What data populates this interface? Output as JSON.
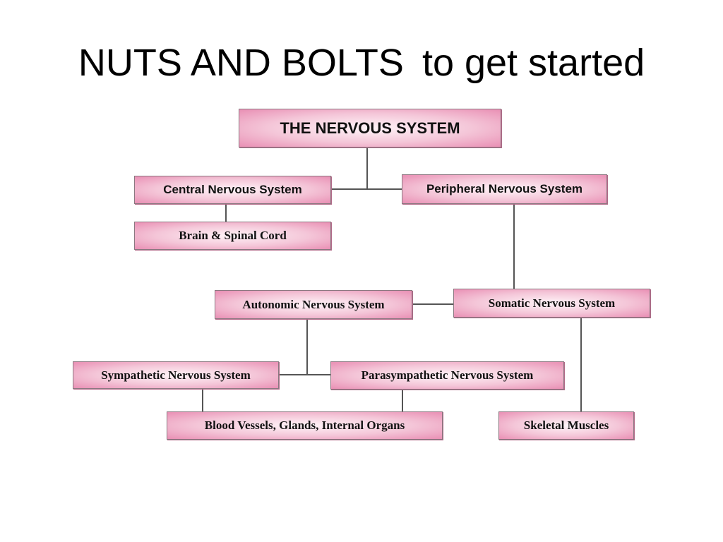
{
  "slide": {
    "title_main": "NUTS AND BOLTS",
    "title_sub": "to get started"
  },
  "diagram": {
    "colors": {
      "box_fill_center": "#fff4f8",
      "box_fill_edge": "#e98fb4",
      "connector": "#555555"
    },
    "nodes": {
      "nervous_system": "THE NERVOUS SYSTEM",
      "central": "Central Nervous System",
      "peripheral": "Peripheral Nervous System",
      "brain_spinal": "Brain & Spinal Cord",
      "autonomic": "Autonomic Nervous System",
      "somatic": "Somatic Nervous System",
      "sympathetic": "Sympathetic Nervous System",
      "parasympathetic": "Parasympathetic Nervous System",
      "organs": "Blood Vessels, Glands, Internal Organs",
      "muscles": "Skeletal Muscles"
    }
  }
}
